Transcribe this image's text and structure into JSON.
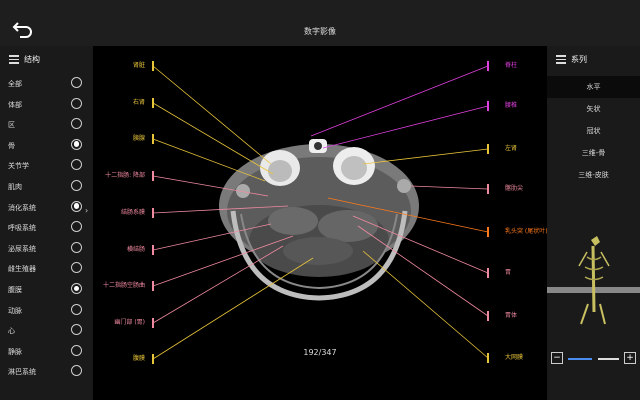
{
  "header": {
    "title": "数字影像",
    "back_icon": "back-arrow-icon"
  },
  "left_panel": {
    "title": "结构",
    "items": [
      {
        "label": "全部",
        "selected": false
      },
      {
        "label": "体部",
        "selected": false
      },
      {
        "label": "区",
        "selected": false
      },
      {
        "label": "骨",
        "selected": true
      },
      {
        "label": "关节学",
        "selected": false
      },
      {
        "label": "肌肉",
        "selected": false
      },
      {
        "label": "消化系统",
        "selected": true
      },
      {
        "label": "呼吸系统",
        "selected": false
      },
      {
        "label": "泌尿系统",
        "selected": false
      },
      {
        "label": "雌生殖器",
        "selected": false
      },
      {
        "label": "腹膜",
        "selected": true
      },
      {
        "label": "动脉",
        "selected": false
      },
      {
        "label": "心",
        "selected": false
      },
      {
        "label": "静脉",
        "selected": false
      },
      {
        "label": "淋巴系统",
        "selected": false
      }
    ]
  },
  "right_panel": {
    "title": "系列",
    "views": [
      {
        "label": "水平",
        "active": true
      },
      {
        "label": "矢状",
        "active": false
      },
      {
        "label": "冠状",
        "active": false
      },
      {
        "label": "三维-骨",
        "active": false
      },
      {
        "label": "三维-皮肤",
        "active": false
      }
    ],
    "zoom_level": 0.5
  },
  "viewer": {
    "slice_counter": "192/347",
    "left_labels": [
      {
        "text": "肾脏",
        "color": "#e8c43a"
      },
      {
        "text": "右肾",
        "color": "#e8c43a"
      },
      {
        "text": "胰腺",
        "color": "#e8c43a"
      },
      {
        "text": "十二指肠: 降部",
        "color": "#f08aa0"
      },
      {
        "text": "结肠系膜",
        "color": "#f08aa0"
      },
      {
        "text": "横结肠",
        "color": "#f08aa0"
      },
      {
        "text": "十二指肠空肠曲",
        "color": "#f08aa0"
      },
      {
        "text": "幽门部 (胃)",
        "color": "#f08aa0"
      },
      {
        "text": "腹膜",
        "color": "#e8c43a"
      }
    ],
    "right_labels": [
      {
        "text": "脊柱",
        "color": "#e040e0"
      },
      {
        "text": "腰椎",
        "color": "#e040e0"
      },
      {
        "text": "左肾",
        "color": "#e8c43a"
      },
      {
        "text": "髂肋尖",
        "color": "#f08aa0"
      },
      {
        "text": "乳头突 (尾状叶)",
        "color": "#ff7a1a"
      },
      {
        "text": "胃",
        "color": "#f08aa0"
      },
      {
        "text": "胃体",
        "color": "#f08aa0"
      },
      {
        "text": "大网膜",
        "color": "#e8c43a"
      }
    ]
  }
}
